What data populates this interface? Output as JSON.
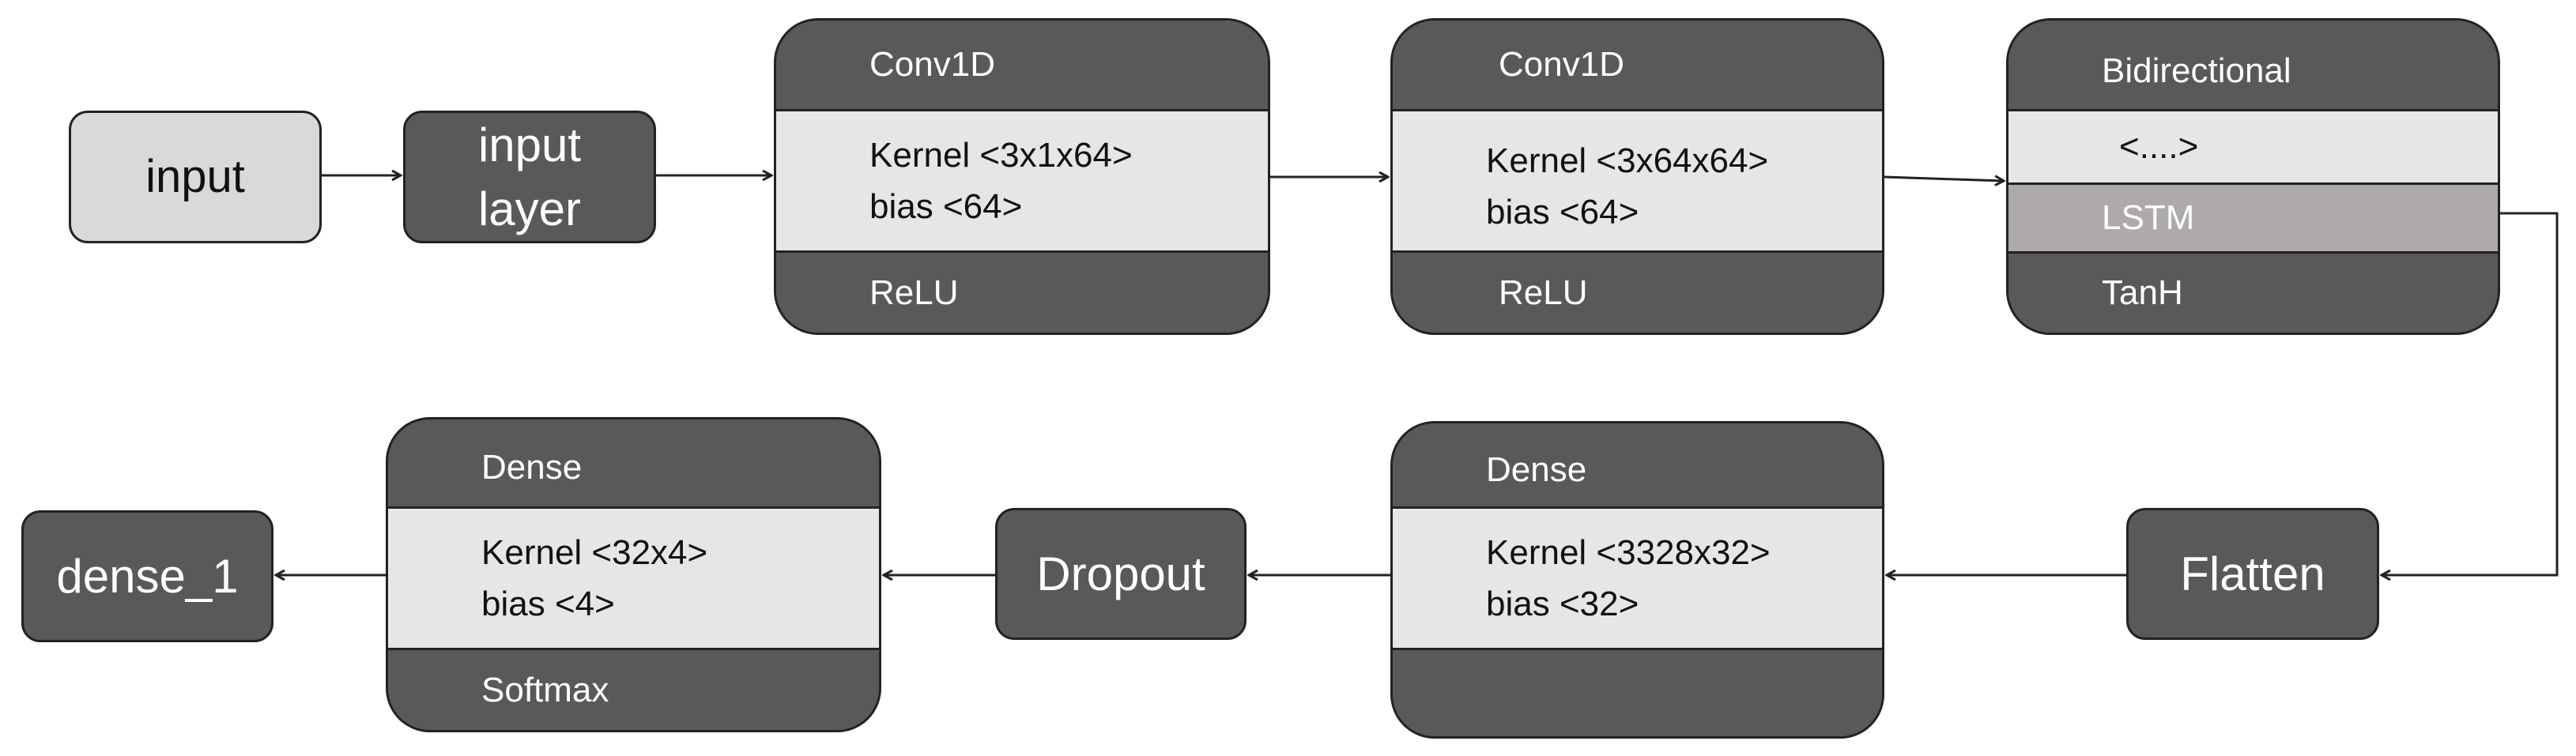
{
  "nodes": {
    "input": {
      "label": "input"
    },
    "input_layer": {
      "line1": "input",
      "line2": "layer"
    },
    "conv1": {
      "title": "Conv1D",
      "kernel": "Kernel <3x1x64>",
      "bias": "bias <64>",
      "activation": "ReLU"
    },
    "conv2": {
      "title": "Conv1D",
      "kernel": "Kernel <3x64x64>",
      "bias": "bias <64>",
      "activation": "ReLU"
    },
    "bidirectional": {
      "title": "Bidirectional",
      "params": "<....>",
      "inner": "LSTM",
      "activation": "TanH"
    },
    "flatten": {
      "label": "Flatten"
    },
    "dense": {
      "title": "Dense",
      "kernel": "Kernel <3328x32>",
      "bias": "bias <32>"
    },
    "dropout": {
      "label": "Dropout"
    },
    "dense2": {
      "title": "Dense",
      "kernel": "Kernel <32x4>",
      "bias": "bias <4>",
      "activation": "Softmax"
    },
    "dense_1": {
      "label": "dense_1"
    }
  }
}
